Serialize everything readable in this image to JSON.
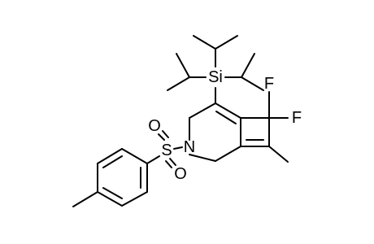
{
  "structure": {
    "atoms": {
      "si": "Si",
      "f_top": "F",
      "f_right": "F",
      "n": "N",
      "s": "S",
      "o_top": "O",
      "o_bottom": "O"
    },
    "bond_color": "#000000",
    "label_color": "#000000",
    "background": "#ffffff"
  }
}
